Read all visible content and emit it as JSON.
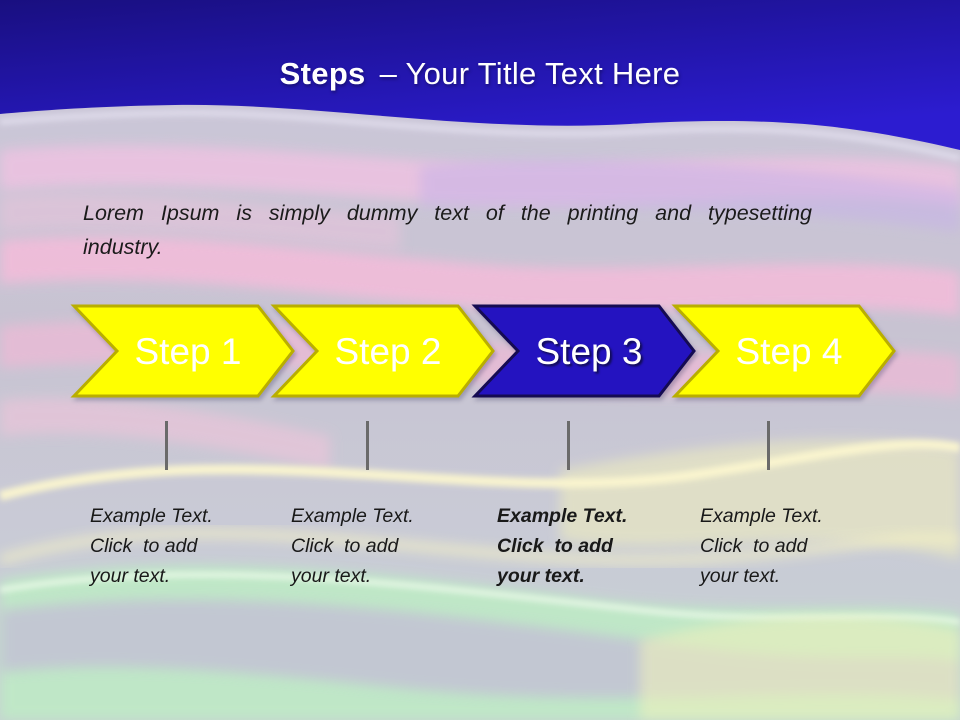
{
  "slide": {
    "header": {
      "title_emphasis": "Steps",
      "title_rest": "– Your Title Text Here",
      "bg_top_color": "#190f80",
      "bg_bottom_color": "#2c1cd0"
    },
    "intro": "Lorem Ipsum is simply dummy text of the printing and typesetting\nindustry.",
    "steps": [
      {
        "label": "Step 1",
        "fill": "#ffff00",
        "stroke": "#b9ae00",
        "label_color": "#ffffff",
        "active": false,
        "description": "Example Text.\nClick  to add\nyour text."
      },
      {
        "label": "Step 2",
        "fill": "#ffff00",
        "stroke": "#b9ae00",
        "label_color": "#ffffff",
        "active": false,
        "description": "Example Text.\nClick  to add\nyour text."
      },
      {
        "label": "Step 3",
        "fill": "#2413c0",
        "stroke": "#150b52",
        "label_color": "#ffffff",
        "active": true,
        "description": "Example Text.\nClick  to add\nyour text."
      },
      {
        "label": "Step 4",
        "fill": "#ffff00",
        "stroke": "#b9ae00",
        "label_color": "#ffffff",
        "active": false,
        "description": "Example Text.\nClick  to add\nyour text."
      }
    ],
    "connector_color": "#6a6a6a",
    "body_text_color": "#1b1b1b"
  }
}
